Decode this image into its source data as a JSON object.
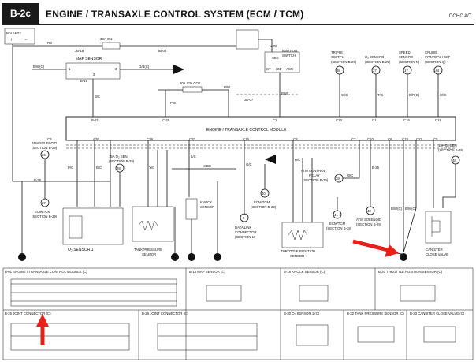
{
  "page_code": "B-2c",
  "title": "ENGINE / TRANSAXLE CONTROL SYSTEM (ECM / TCM)",
  "model": "DOHC A/T",
  "battery": {
    "label": "BATTERY",
    "plus": "+",
    "minus": "−"
  },
  "fuse_main": "30A IG1",
  "fuse_ecu": "20A IGN COIL",
  "ignition_switch": {
    "title": [
      "SEE",
      "IGNITION",
      "SWITCH"
    ],
    "pins": [
      "ST",
      "IG1",
      "ACC"
    ]
  },
  "ecm_label": "ENGINE / TRANSAXLE CONTROL MODULE",
  "map_sensor": "MAP SENSOR",
  "atm_solenoid_left": {
    "lines": [
      "ATM SOLENOID",
      "(SECTION B-29)"
    ],
    "num": "26"
  },
  "ecm_tcm_left": {
    "lines": [
      "ECM/TCM",
      "(SECTION B-29)"
    ],
    "num": "27"
  },
  "o2_sen_small": {
    "lines": [
      "15A O₂ SEN",
      "(SECTION B-29)"
    ],
    "num": "28"
  },
  "top_refs": [
    {
      "lines": [
        "TRIPLE",
        "SWITCH",
        "(SECTION B-29)"
      ],
      "num": "38"
    },
    {
      "lines": [
        "O₂ SENSOR",
        "(SECTION B-29)"
      ],
      "num": "37"
    },
    {
      "lines": [
        "SPEED",
        "SENSOR",
        "(SECTION N)"
      ],
      "num": "17"
    },
    {
      "lines": [
        "CRUISE",
        "CONTROL UNIT",
        "(SECTION Q)"
      ],
      "num": "144"
    }
  ],
  "o2_sensor_1": "O₂ SENSOR 1",
  "tank_pressure_sensor": [
    "TANK PRESSURE",
    "SENSOR"
  ],
  "knock_sensor": [
    "KNOCK",
    "SENSOR"
  ],
  "ecm_tcm_mid": {
    "lines": [
      "ECM/TCM",
      "(SECTION B-29)"
    ],
    "num": "40"
  },
  "data_link": {
    "lines": [
      "DATA LINK",
      "CONNECTOR",
      "(SECTION U)"
    ],
    "num": "8"
  },
  "atm_relay": {
    "lines": [
      "ATM CONTROL",
      "RELAY",
      "(SECTION B-29)"
    ],
    "num": "39"
  },
  "ecm_tcm_right": {
    "lines": [
      "ECM/TCM",
      "(SECTION B-29)"
    ],
    "num": "41"
  },
  "atm_solenoid_right": {
    "lines": [
      "ATM SOLENOID",
      "(SECTION B-29)"
    ],
    "num": "42"
  },
  "throttle_sensor": [
    "THROTTLE POSITION",
    "SENSOR"
  ],
  "canister": [
    "CANISTER",
    "CLOSE VALVE"
  ],
  "o2_sen_right": {
    "lines": [
      "15A O₂ SEN",
      "(SECTION B-29)"
    ],
    "num": "48"
  },
  "ground_nums": [
    "9",
    "10",
    "11",
    "12"
  ],
  "ground_left": "4",
  "connectors": [
    "B-01 ENGINE / TRANSAXLE CONTROL MODULE (C)",
    "B-15 MAP SENSOR (C)",
    "B-18 KNOCK SENSOR (C)",
    "B-20 THROTTLE POSITION SENSOR (C)",
    "B-25 JOINT CONNECTOR (C)",
    "B-26 JOINT CONNECTOR (C)",
    "B-30 O₂ SENSOR 1 (C)",
    "B-32 TANK PRESSURE SENSOR (C)",
    "B-33 CANISTER CLOSE VALVE (C)"
  ],
  "colors": {
    "ink": "#111111",
    "arrow": "#e8201a",
    "header_bg": "#1a1a1a"
  }
}
